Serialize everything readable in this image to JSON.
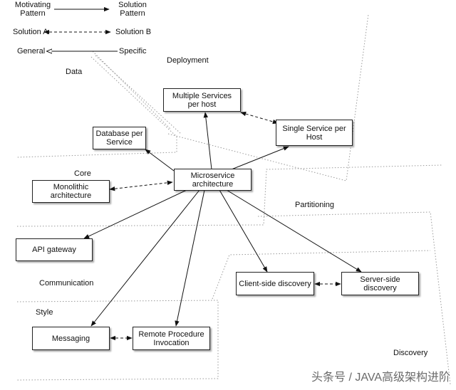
{
  "legend": {
    "motivating": "Motivating\nPattern",
    "solution": "Solution\nPattern",
    "solution_a": "Solution A",
    "solution_b": "Solution B",
    "general": "General",
    "specific": "Specific"
  },
  "regions": {
    "data": "Data",
    "deployment": "Deployment",
    "core": "Core",
    "partitioning": "Partitioning",
    "communication": "Communication",
    "style": "Style",
    "discovery": "Discovery"
  },
  "patterns": {
    "microservice": "Microservice\narchitecture",
    "multiple_services": "Multiple Services\nper host",
    "single_service": "Single Service per\nHost",
    "database": "Database per\nService",
    "monolithic": "Monolithic\narchitecture",
    "api_gateway": "API gateway",
    "client_discovery": "Client-side discovery",
    "server_discovery": "Server-side\ndiscovery",
    "messaging": "Messaging",
    "rpi": "Remote Procedure\nInvocation"
  },
  "watermark": "头条号 / JAVA高级架构进阶",
  "colors": {
    "line": "#111111",
    "region_border": "#9a9a9a"
  }
}
